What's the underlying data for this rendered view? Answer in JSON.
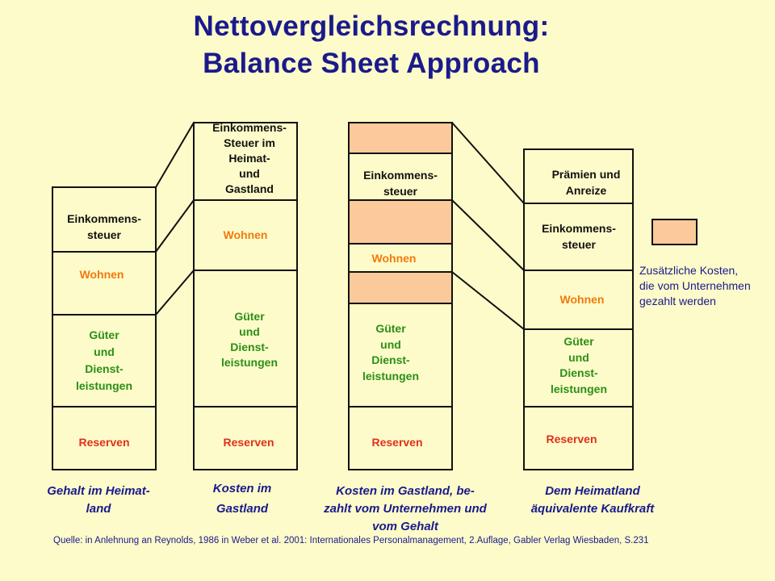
{
  "title": {
    "line1": "Nettovergleichsrechnung:",
    "line2": "Balance Sheet Approach"
  },
  "columns": [
    {
      "tax": [
        "Einkommens-",
        "steuer"
      ],
      "housing": "Wohnen",
      "goods": [
        "Güter",
        "und",
        "Dienst-",
        "leistungen"
      ],
      "reserves": "Reserven",
      "caption": [
        "Gehalt im Heimat-",
        "land"
      ]
    },
    {
      "tax": [
        "Einkommens-",
        "Steuer im",
        "Heimat-",
        "und",
        "Gastland"
      ],
      "housing": "Wohnen",
      "goods": [
        "Güter",
        "und",
        "Dienst-",
        "leistungen"
      ],
      "reserves": "Reserven",
      "caption": [
        "Kosten im",
        "Gastland"
      ]
    },
    {
      "tax": [
        "Einkommens-",
        "steuer"
      ],
      "housing": "Wohnen",
      "goods": [
        "Güter",
        "und",
        "Dienst-",
        "leistungen"
      ],
      "reserves": "Reserven",
      "caption": [
        "Kosten im Gastland, be-",
        "zahlt vom Unternehmen und",
        "vom Gehalt"
      ]
    },
    {
      "bonus": [
        "Prämien und",
        "Anreize"
      ],
      "tax": [
        "Einkommens-",
        "steuer"
      ],
      "housing": "Wohnen",
      "goods": [
        "Güter",
        "und",
        "Dienst-",
        "leistungen"
      ],
      "reserves": "Reserven",
      "caption": [
        "Dem Heimatland",
        "äquivalente Kaufkraft"
      ]
    }
  ],
  "legend": {
    "text": [
      "Zusätzliche Kosten,",
      "die vom Unternehmen",
      "gezahlt werden"
    ],
    "swatch_color": "#fbc99a"
  },
  "source": "Quelle: in Anlehnung an Reynolds, 1986 in Weber et al. 2001: Internationales Personalmanagement, 2.Auflage, Gabler Verlag Wiesbaden, S.231",
  "colors": {
    "background": "#fdfbc9",
    "title": "#1a1a8c",
    "tax_label": "#111111",
    "housing_label": "#f07a10",
    "goods_label": "#2b8f18",
    "reserves_label": "#e0301e",
    "extra_cost_fill": "#fbc99a"
  }
}
